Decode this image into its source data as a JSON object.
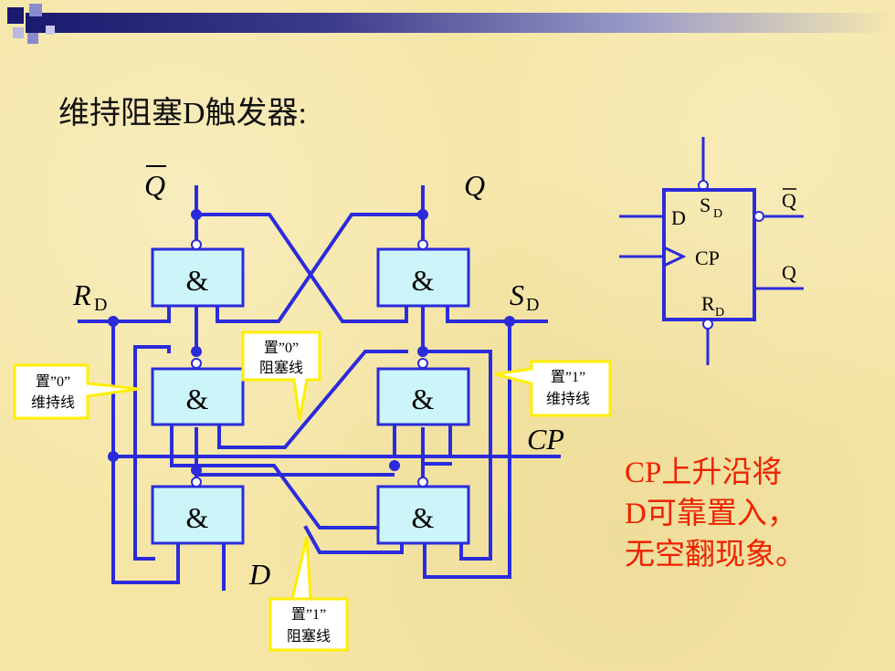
{
  "title": "维持阻塞D触发器:",
  "note": [
    "CP上升沿将",
    "D可靠置入，",
    "无空翻现象。"
  ],
  "gate_label": "&",
  "labels": {
    "q_bar": "Q",
    "q": "Q",
    "rd_main": "R",
    "rd_sub": "D",
    "sd_main": "S",
    "sd_sub": "D",
    "cp": "CP",
    "d": "D"
  },
  "callouts": {
    "hold0": [
      "置”0”",
      "维持线"
    ],
    "block0": [
      "置”0”",
      "阻塞线"
    ],
    "hold1": [
      "置”1”",
      "维持线"
    ],
    "block1": [
      "置”1”",
      "阻塞线"
    ]
  },
  "symbol": {
    "d": "D",
    "sd_main": "S",
    "sd_sub": "D",
    "cp": "CP",
    "rd_main": "R",
    "rd_sub": "D",
    "qbar": "Q",
    "q": "Q"
  },
  "colors": {
    "wire": "#2b2bdc",
    "gate_fill": "#ccf5fa",
    "callout_fill": "#ffffff",
    "callout_border": "#ffee00",
    "note": "#ee2200"
  }
}
